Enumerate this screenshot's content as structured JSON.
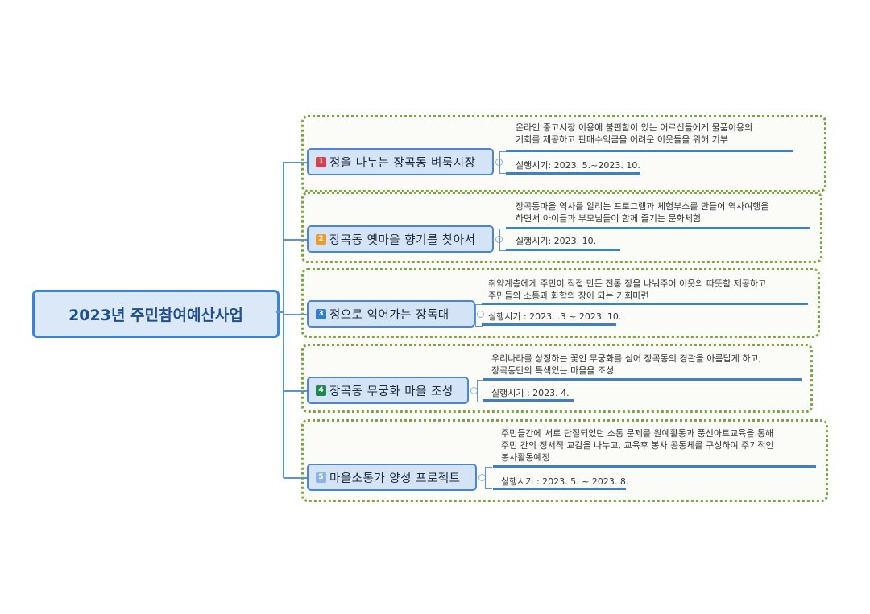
{
  "root": {
    "title": "2023년 주민참여예산사업"
  },
  "branches": [
    {
      "number": "1",
      "badge_color": "#d6404e",
      "title": "정을 나누는 장곡동 벼룩시장",
      "desc": [
        "온라인 중고시장 이용에 불편함이 있는 어르신들에게 물품이용의",
        "기회를 제공하고 판매수익금을 어려운 이웃들을 위해 기부"
      ],
      "date": "실행시기: 2023. 5.~2023. 10."
    },
    {
      "number": "2",
      "badge_color": "#ee9d2c",
      "title": "장곡동 옛마을 향기를 찾아서",
      "desc": [
        "장곡동마을 역사를 알리는 프로그램과 체험부스를 만들어 역사여행을",
        "하면서 아이들과 부모님들이 함께 즐기는 문화체험"
      ],
      "date": "실행시기: 2023. 10."
    },
    {
      "number": "3",
      "badge_color": "#2f7fd0",
      "title": "정으로 익어가는 장독대",
      "desc": [
        "취약계층에게 주민이 직접 만든 전통 장을 나눠주어 이웃의 따뜻함 제공하고",
        "주민들의 소통과 화합의 장이 되는 기회마련"
      ],
      "date": "실행시기 : 2023. .3 ~ 2023. 10."
    },
    {
      "number": "4",
      "badge_color": "#1c8a4c",
      "title": "장곡동 무궁화 마을 조성",
      "desc": [
        "우리나라를 상징하는 꽃인 무궁화를 심어 장곡동의 경관을 아름답게 하고,",
        "장곡동만의 특색있는 마을을 조성"
      ],
      "date": "실행시기 : 2023. 4."
    },
    {
      "number": "5",
      "badge_color": "#8db3e0",
      "title": "마을소통가 양성 프로젝트",
      "desc": [
        "주민들간에 서로 단절되었던 소통 문제를 원예활동과 풍선아트교육을 통해",
        "주민 간의 정서적 교감을 나누고, 교육후 봉사 공동체를 구성하여 주기적인",
        "봉사활동예정"
      ],
      "date": "실행시기 :  2023. 5. ~ 2023. 8."
    }
  ]
}
